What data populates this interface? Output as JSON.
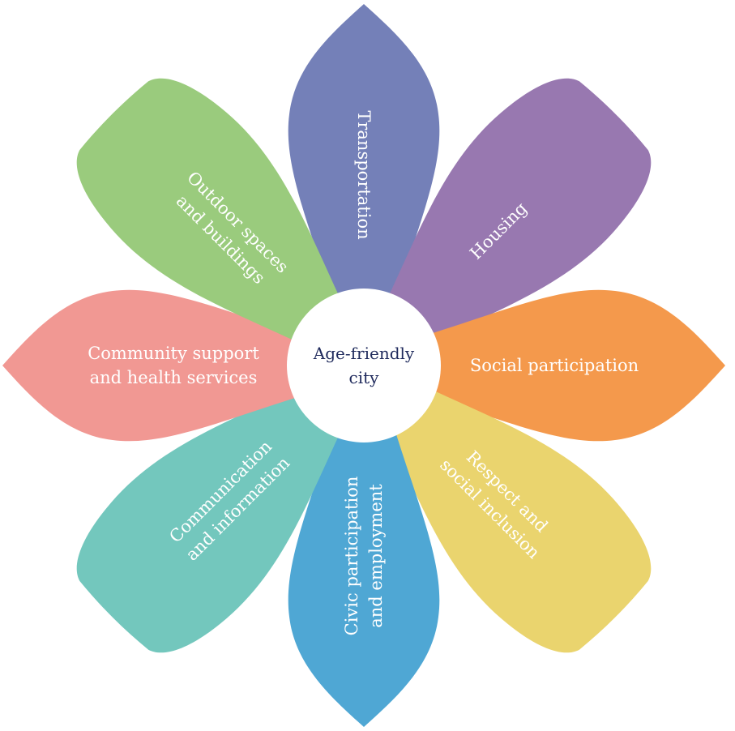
{
  "center": {
    "lines": [
      "Age-friendly",
      "city"
    ],
    "fill": "#ffffff",
    "text_color": "#1f2a5c"
  },
  "petals": [
    {
      "id": "transportation",
      "lines": [
        "Transportation"
      ],
      "color": "#7480b8",
      "direction": "north"
    },
    {
      "id": "housing",
      "lines": [
        "Housing"
      ],
      "color": "#9878b0",
      "direction": "north-east"
    },
    {
      "id": "social-participation",
      "lines": [
        "Social participation"
      ],
      "color": "#f4994c",
      "direction": "east"
    },
    {
      "id": "respect-social-inclusion",
      "lines": [
        "Respect and",
        "social inclusion"
      ],
      "color": "#ead46e",
      "direction": "south-east"
    },
    {
      "id": "civic-participation-employment",
      "lines": [
        "Civic participation",
        "and employment"
      ],
      "color": "#4fa7d4",
      "direction": "south"
    },
    {
      "id": "communication-information",
      "lines": [
        "Communication",
        "and information"
      ],
      "color": "#73c7bd",
      "direction": "south-west"
    },
    {
      "id": "community-support-health",
      "lines": [
        "Community support",
        "and health services"
      ],
      "color": "#f19893",
      "direction": "west"
    },
    {
      "id": "outdoor-spaces-buildings",
      "lines": [
        "Outdoor spaces",
        "and buildings"
      ],
      "color": "#9acb7d",
      "direction": "north-west"
    }
  ]
}
